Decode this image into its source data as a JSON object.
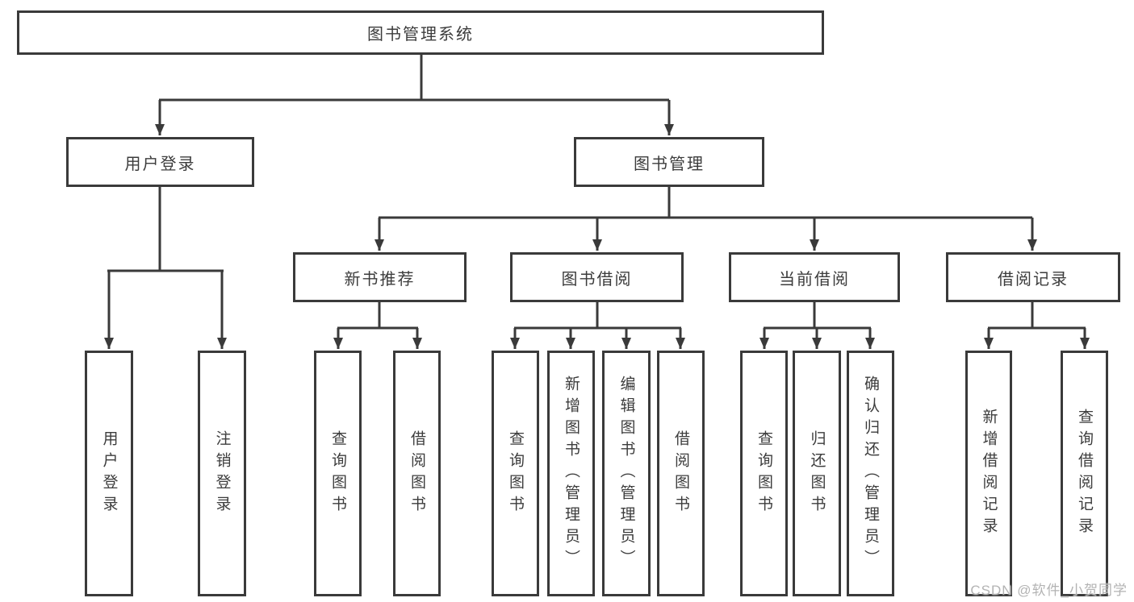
{
  "page": {
    "background_color": "#ffffff",
    "line_color": "#3a3a3a",
    "text_color": "#3c3c3c",
    "watermark_color": "#b3b3b3"
  },
  "watermark": {
    "text": "CSDN @软件_小贺同学"
  },
  "tree": {
    "root": {
      "label": "图书管理系统"
    },
    "branches": [
      {
        "label": "用户登录",
        "children": [
          {
            "label": "用户登录"
          },
          {
            "label": "注销登录"
          }
        ]
      },
      {
        "label": "图书管理",
        "children": [
          {
            "label": "新书推荐",
            "children": [
              {
                "label": "查询图书"
              },
              {
                "label": "借阅图书"
              }
            ]
          },
          {
            "label": "图书借阅",
            "children": [
              {
                "label": "查询图书"
              },
              {
                "label": "新增图书（管理员）"
              },
              {
                "label": "编辑图书（管理员）"
              },
              {
                "label": "借阅图书"
              }
            ]
          },
          {
            "label": "当前借阅",
            "children": [
              {
                "label": "查询图书"
              },
              {
                "label": "归还图书"
              },
              {
                "label": "确认归还（管理员）"
              }
            ]
          },
          {
            "label": "借阅记录",
            "children": [
              {
                "label": "新增借阅记录"
              },
              {
                "label": "查询借阅记录"
              }
            ]
          }
        ]
      }
    ]
  }
}
